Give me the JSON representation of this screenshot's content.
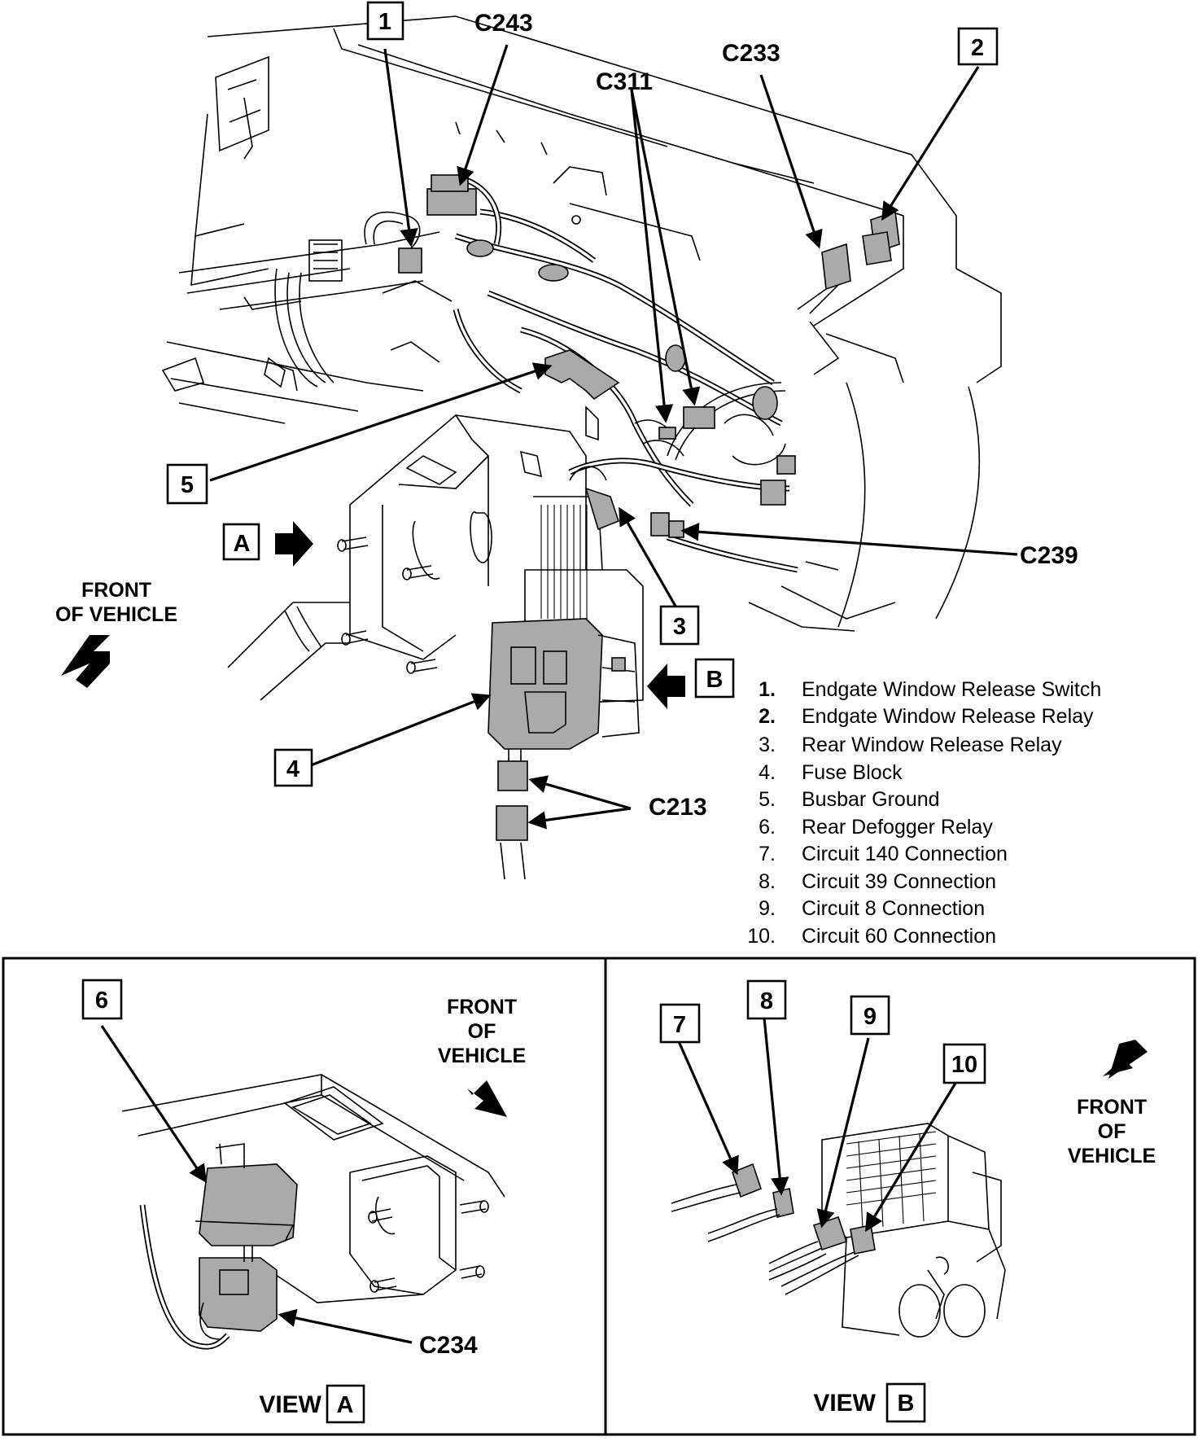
{
  "connectors": {
    "c243": "C243",
    "c311": "C311",
    "c233": "C233",
    "c239": "C239",
    "c213": "C213",
    "c234": "C234"
  },
  "callouts": {
    "n1": "1",
    "n2": "2",
    "n3": "3",
    "n4": "4",
    "n5": "5",
    "n6": "6",
    "n7": "7",
    "n8": "8",
    "n9": "9",
    "n10": "10"
  },
  "view_markers": {
    "a": "A",
    "b": "B"
  },
  "front_main": [
    "FRONT",
    "OF VEHICLE"
  ],
  "front_view_a": [
    "FRONT",
    "OF",
    "VEHICLE"
  ],
  "front_view_b": [
    "FRONT",
    "OF",
    "VEHICLE"
  ],
  "legend": [
    {
      "num": "1.",
      "text": "Endgate Window Release Switch"
    },
    {
      "num": "2.",
      "text": "Endgate Window Release Relay"
    },
    {
      "num": "3.",
      "text": "Rear Window Release Relay"
    },
    {
      "num": "4.",
      "text": "Fuse Block"
    },
    {
      "num": "5.",
      "text": "Busbar Ground"
    },
    {
      "num": "6.",
      "text": "Rear Defogger Relay"
    },
    {
      "num": "7.",
      "text": "Circuit 140 Connection"
    },
    {
      "num": "8.",
      "text": "Circuit 39 Connection"
    },
    {
      "num": "9.",
      "text": "Circuit 8 Connection"
    },
    {
      "num": "10.",
      "text": "Circuit 60 Connection"
    }
  ],
  "view_a": {
    "label": "VIEW",
    "letter": "A"
  },
  "view_b": {
    "label": "VIEW",
    "letter": "B"
  }
}
